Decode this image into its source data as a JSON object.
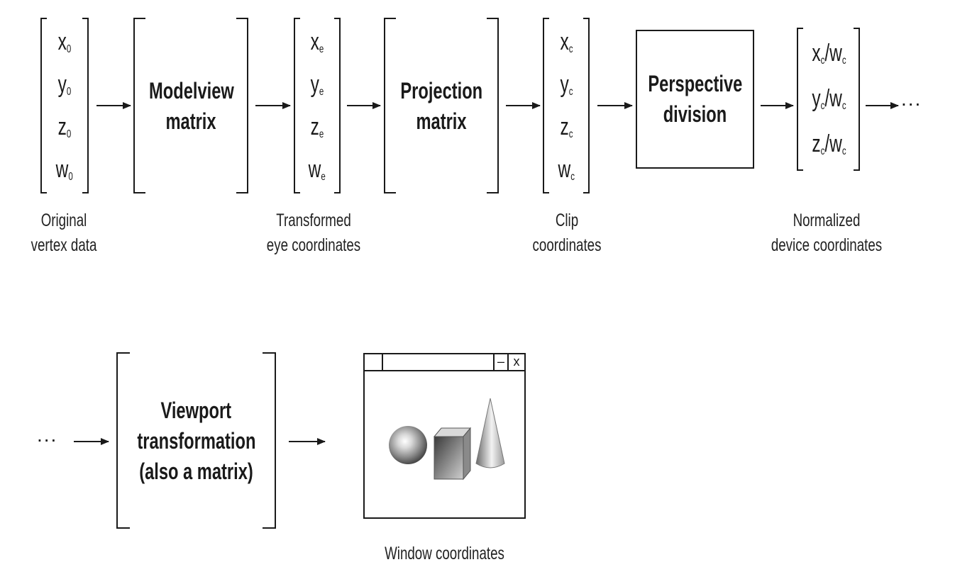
{
  "original_vertex": {
    "components": [
      {
        "base": "x",
        "sub": "0"
      },
      {
        "base": "y",
        "sub": "0"
      },
      {
        "base": "z",
        "sub": "0"
      },
      {
        "base": "w",
        "sub": "0"
      }
    ],
    "label_line1": "Original",
    "label_line2": "vertex data"
  },
  "modelview": {
    "line1": "Modelview",
    "line2": "matrix"
  },
  "eye": {
    "components": [
      {
        "base": "x",
        "sub": "e"
      },
      {
        "base": "y",
        "sub": "e"
      },
      {
        "base": "z",
        "sub": "e"
      },
      {
        "base": "w",
        "sub": "e"
      }
    ],
    "label_line1": "Transformed",
    "label_line2": "eye coordinates"
  },
  "projection": {
    "line1": "Projection",
    "line2": "matrix"
  },
  "clip": {
    "components": [
      {
        "base": "x",
        "sub": "c"
      },
      {
        "base": "y",
        "sub": "c"
      },
      {
        "base": "z",
        "sub": "c"
      },
      {
        "base": "w",
        "sub": "c"
      }
    ],
    "label_line1": "Clip",
    "label_line2": "coordinates"
  },
  "perspective": {
    "line1": "Perspective",
    "line2": "division"
  },
  "ndc": {
    "components": [
      {
        "base": "x",
        "sub": "c",
        "div": "/w",
        "sub2": "c"
      },
      {
        "base": "y",
        "sub": "c",
        "div": "/w",
        "sub2": "c"
      },
      {
        "base": "z",
        "sub": "c",
        "div": "/w",
        "sub2": "c"
      }
    ],
    "label_line1": "Normalized",
    "label_line2": "device coordinates"
  },
  "ellipsis": "...",
  "viewport": {
    "line1": "Viewport",
    "line2": "transformation",
    "line3": "(also a matrix)"
  },
  "window": {
    "label": "Window coordinates",
    "minimize_glyph": "–",
    "close_glyph": "x"
  }
}
